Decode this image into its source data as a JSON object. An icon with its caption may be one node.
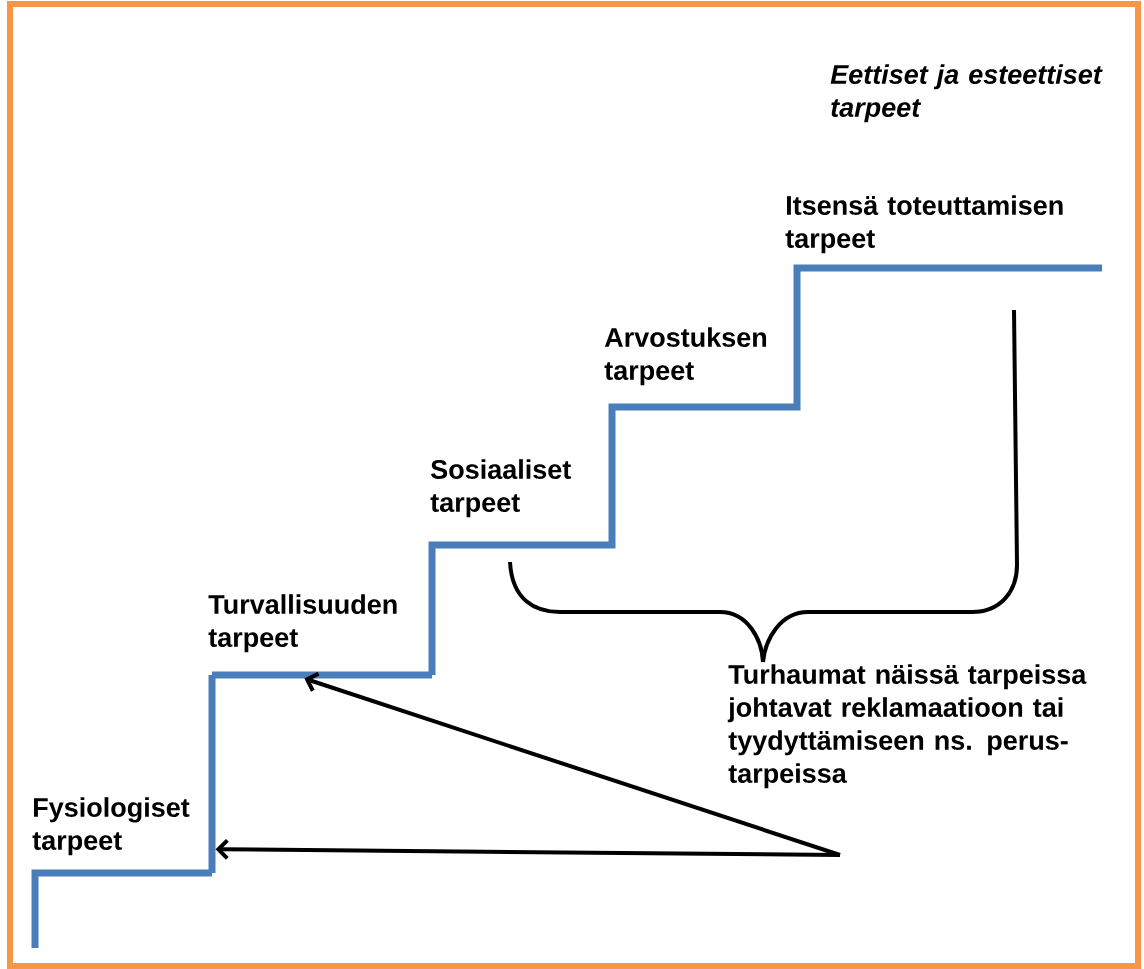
{
  "diagram": {
    "nodes": [
      {
        "text": [],
        "shape": "step"
      },
      {
        "text": [],
        "shape": "step"
      }
    ],
    "edges": [
      {
        "from": null,
        "to": 0,
        "arrow": "to"
      },
      {
        "from": null,
        "to": 1,
        "arrow": "to"
      }
    ],
    "labels": [
      "Eettiset ja esteettiset tarpeet",
      "Itsensä toteuttamisen tarpeet",
      "Arvostuksen tarpeet",
      "Sosiaaliset tarpeet",
      "Turvallisuuden tarpeet",
      "Fysiologiset tarpeet",
      "Turhaumat näissä tarpeissa johtavat reklamaatioon tai tyydyttämiseen ns. perus- tarpeissa"
    ]
  }
}
